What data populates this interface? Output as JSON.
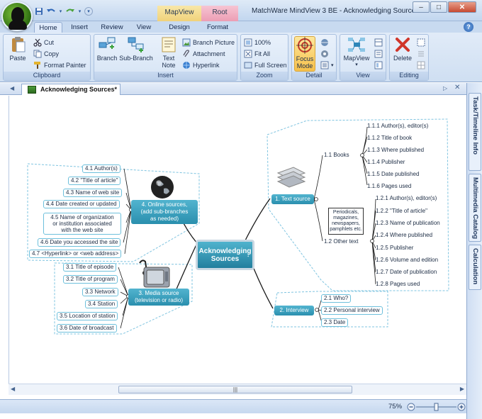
{
  "window": {
    "title": "MatchWare MindView 3 BE - Acknowledging  Sources*",
    "context_tabs": [
      "MapView",
      "Root"
    ],
    "controls": {
      "minimize": "–",
      "maximize": "□",
      "close": "✕"
    }
  },
  "qat": {
    "save_icon": "save-icon",
    "undo_icon": "undo-icon",
    "redo_icon": "redo-icon"
  },
  "ribbon_tabs": [
    "Home",
    "Insert",
    "Review",
    "View",
    "Design",
    "Format"
  ],
  "help": "?",
  "ribbon": {
    "clipboard": {
      "label": "Clipboard",
      "paste": "Paste",
      "cut": "Cut",
      "copy": "Copy",
      "format_painter": "Format Painter"
    },
    "insert": {
      "label": "Insert",
      "branch": "Branch",
      "sub_branch": "Sub-Branch",
      "text_note_line1": "Text",
      "text_note_line2": "Note",
      "branch_picture": "Branch Picture",
      "attachment": "Attachment",
      "hyperlink": "Hyperlink"
    },
    "zoom": {
      "label": "Zoom",
      "zoom100": "100%",
      "fit_all": "Fit All",
      "full_screen": "Full Screen"
    },
    "detail": {
      "label": "Detail",
      "focus_line1": "Focus",
      "focus_line2": "Mode"
    },
    "view": {
      "label": "View",
      "mapview": "MapView"
    },
    "editing": {
      "label": "Editing",
      "delete": "Delete"
    }
  },
  "document": {
    "tab_title": "Acknowledging  Sources*"
  },
  "side_tabs": [
    "Task/Timeline Info",
    "Multimedia Catalog",
    "Calculation"
  ],
  "mindmap": {
    "central": {
      "line1": "Acknowledging",
      "line2": "Sources"
    },
    "topics": {
      "text_source": "1.  Text source",
      "interview": "2.  Interview",
      "media_line1": "3.    Media source",
      "media_line2": "(television or radio)",
      "online_line1": "4.    Online sources,",
      "online_line2": "(add sub-branches",
      "online_line3": "as needed)"
    },
    "books": {
      "label": "1.1  Books",
      "items": [
        "1.1.1 Author(s), editor(s)",
        "1.1.2 Title of book",
        "1.1.3 Where published",
        "1.1.4 Publisher",
        "1.1.5 Date published",
        "1.1.6 Pages used"
      ]
    },
    "other_text": {
      "label": "1.2  Other text",
      "note_line1": "Periodicals,",
      "note_line2": "magazines,",
      "note_line3": "newspapers,",
      "note_line4": "pamphlets etc.",
      "items": [
        "1.2.1 Author(s), editor(s)",
        "1.2.2 \"Title of article\"",
        "1.2.3 Name of publication",
        "1.2.4 Where published",
        "1.2.5 Publisher",
        "1.2.6 Volume and edition",
        "1.2.7 Date of publication",
        "1.2.8 Pages used"
      ]
    },
    "interview_items": [
      "2.1 Who?",
      "2.2 Personal interview",
      "2.3 Date"
    ],
    "media_items": [
      "3.1 Title of episode",
      "3.2 Title of program",
      "3.3 Network",
      "3.4 Station",
      "3.5 Location of station",
      "3.6 Date of broadcast"
    ],
    "online_items": {
      "i41": "4.1 Author(s)",
      "i42": "4.2 \"Title of article\"",
      "i43": "4.3 Name of web site",
      "i44": "4.4 Date created or updated",
      "i45_line1": "4.5    Name of organization",
      "i45_line2": "or institution associated",
      "i45_line3": "with the web site",
      "i46": "4.6 Date you accessed the site",
      "i47": "4.7 <Hyperlink> or <web address>"
    }
  },
  "status": {
    "zoom": "75%",
    "zoom_level": 0.5
  }
}
